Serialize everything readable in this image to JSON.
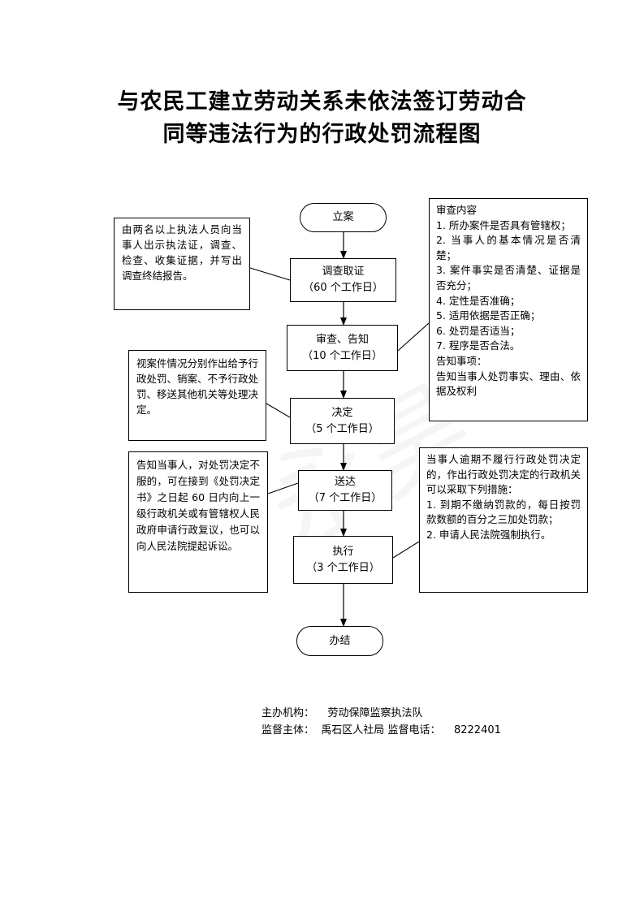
{
  "title": {
    "line1": "与农民工建立劳动关系未依法签订劳动合",
    "line2": "同等违法行为的行政处罚流程图"
  },
  "flow": {
    "start": "立案",
    "steps": [
      {
        "name": "调查取证",
        "duration": "（60 个工作日）"
      },
      {
        "name": "审查、告知",
        "duration": "（10 个工作日）"
      },
      {
        "name": "决定",
        "duration": "（5 个工作日）"
      },
      {
        "name": "送达",
        "duration": "（7 个工作日）"
      },
      {
        "name": "执行",
        "duration": "（3 个工作日）"
      }
    ],
    "end": "办结"
  },
  "notes": {
    "investigation": "由两名以上执法人员向当事人出示执法证，调查、检查、收集证据，并写出调查终结报告。",
    "decision": "视案件情况分别作出给予行政处罚、销案、不予行政处罚、移送其他机关等处理决定。",
    "delivery": "告知当事人，对处罚决定不服的，可在接到《处罚决定书》之日起 60 日内向上一级行政机关或有管辖权人民政府申请行政复议，也可以向人民法院提起诉讼。",
    "review_lines": [
      "审查内容",
      "1. 所办案件是否具有管辖权；",
      "2. 当事人的基本情况是否清楚；",
      "3. 案件事实是否清楚、证据是否充分；",
      "4. 定性是否准确；",
      "5. 适用依据是否正确；",
      "6. 处罚是否适当；",
      "7. 程序是否合法。",
      "告知事项：",
      "告知当事人处罚事实、理由、依据及权利"
    ],
    "enforcement_lines": [
      "当事人逾期不履行行政处罚决定的，作出行政处罚决定的行政机关可以采取下列措施：",
      "1. 到期不缴纳罚款的，每日按罚款数额的百分之三加处罚款；",
      "2. 申请人民法院强制执行。"
    ]
  },
  "footer": {
    "organizer_label": "主办机构：",
    "organizer": "劳动保障监察执法队",
    "supervisor_label": "监督主体：",
    "supervisor": "禹石区人社局",
    "phone_label": "监督电话：",
    "phone": "8222401"
  }
}
